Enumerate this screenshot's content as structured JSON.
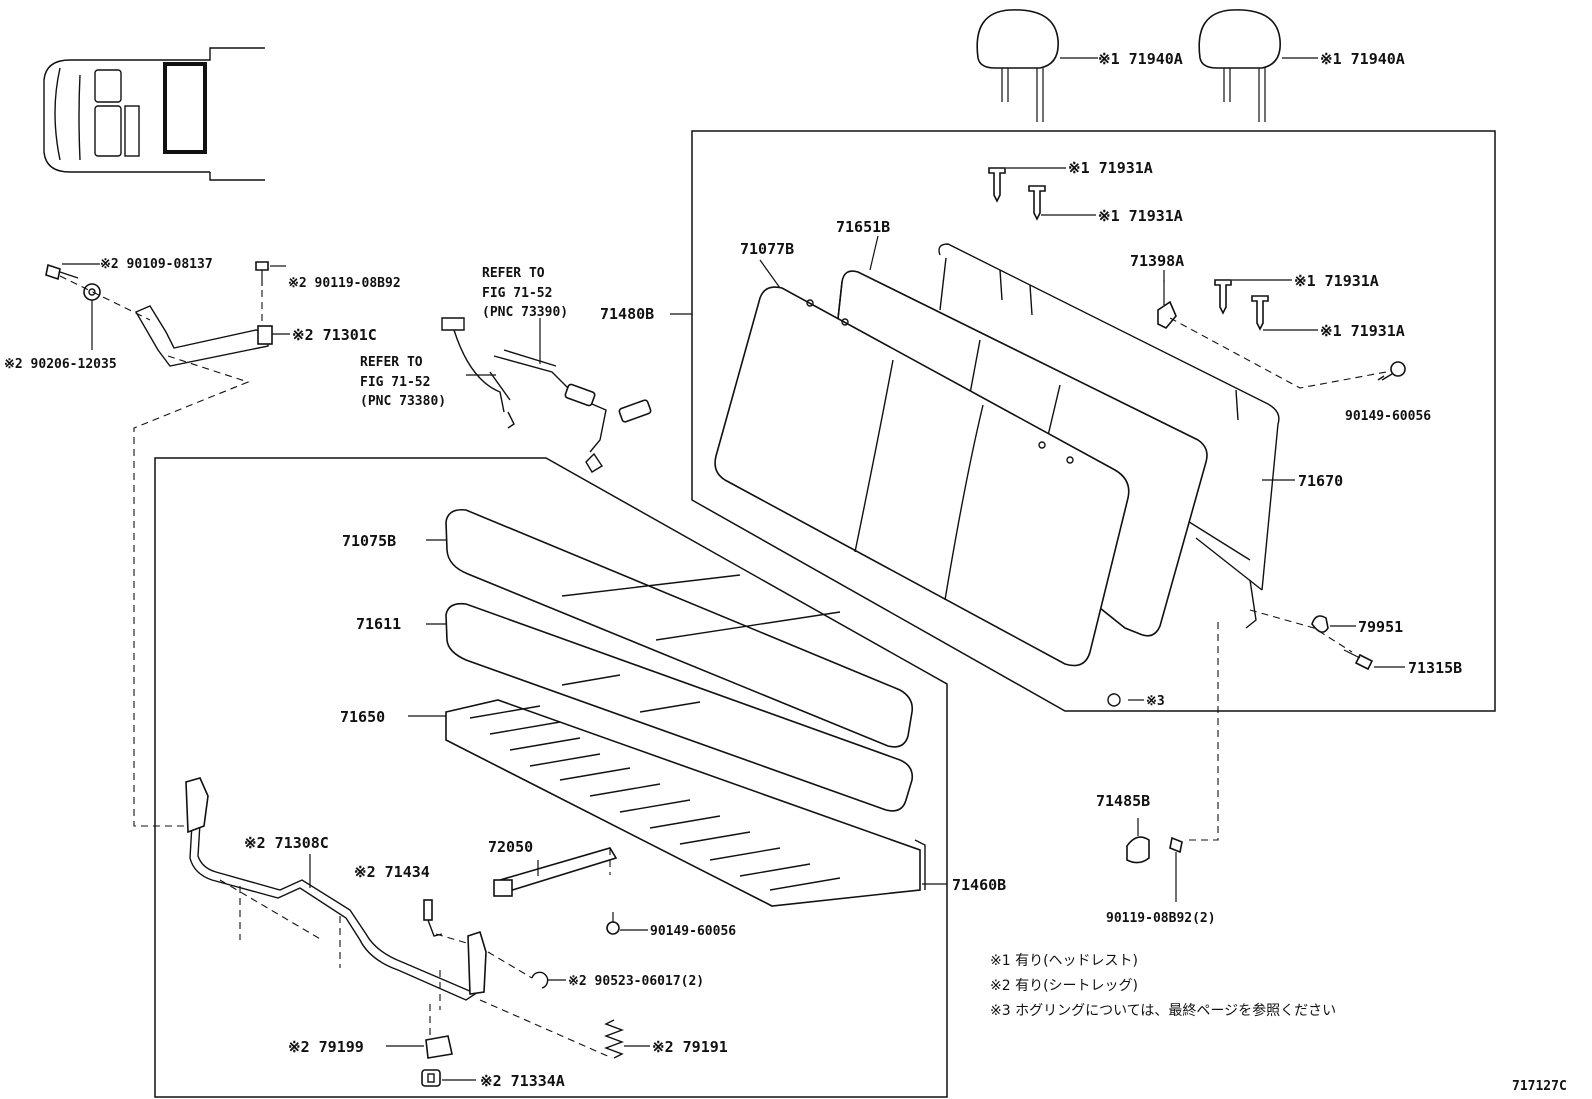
{
  "labels": {
    "headrest_l": "※1 71940A",
    "headrest_r": "※1 71940A",
    "guide_1": "※1 71931A",
    "guide_2": "※1 71931A",
    "guide_3": "※1 71931A",
    "guide_4": "※1 71931A",
    "back_cover": "71077B",
    "back_pad": "71651B",
    "back_assy": "71480B",
    "hinge": "71398A",
    "screw_back": "90149-60056",
    "back_frame": "71670",
    "ring": "79951",
    "bolt_back": "71315B",
    "hogring": "※3",
    "cover_cap": "71485B",
    "bolt_cap": "90119-08B92(2)",
    "cush_cover": "71075B",
    "cush_pad": "71611",
    "cush_spring": "71650",
    "cush_assy": "71460B",
    "strap": "72050",
    "screw_cush": "90149-60056",
    "leg": "※2 71308C",
    "pin": "※2 71434",
    "clip": "※2 90523-06017(2)",
    "spring": "※2 79191",
    "plate": "※2 79199",
    "stopper": "※2 71334A",
    "bolt1": "※2 90109-08137",
    "bolt2": "※2 90119-08B92",
    "washer": "※2 90206-12035",
    "leg_link": "※2 71301C",
    "refer1_a": "REFER TO",
    "refer1_b": "FIG 71-52",
    "refer1_c": "(PNC 73390)",
    "refer2_a": "REFER TO",
    "refer2_b": "FIG 71-52",
    "refer2_c": "(PNC 73380)"
  },
  "notes": [
    "※1  有り(ヘッドレスト)",
    "※2  有り(シートレッグ)",
    "※3  ホグリングについては、最終ページを参照ください"
  ],
  "figure_id": "717127C"
}
